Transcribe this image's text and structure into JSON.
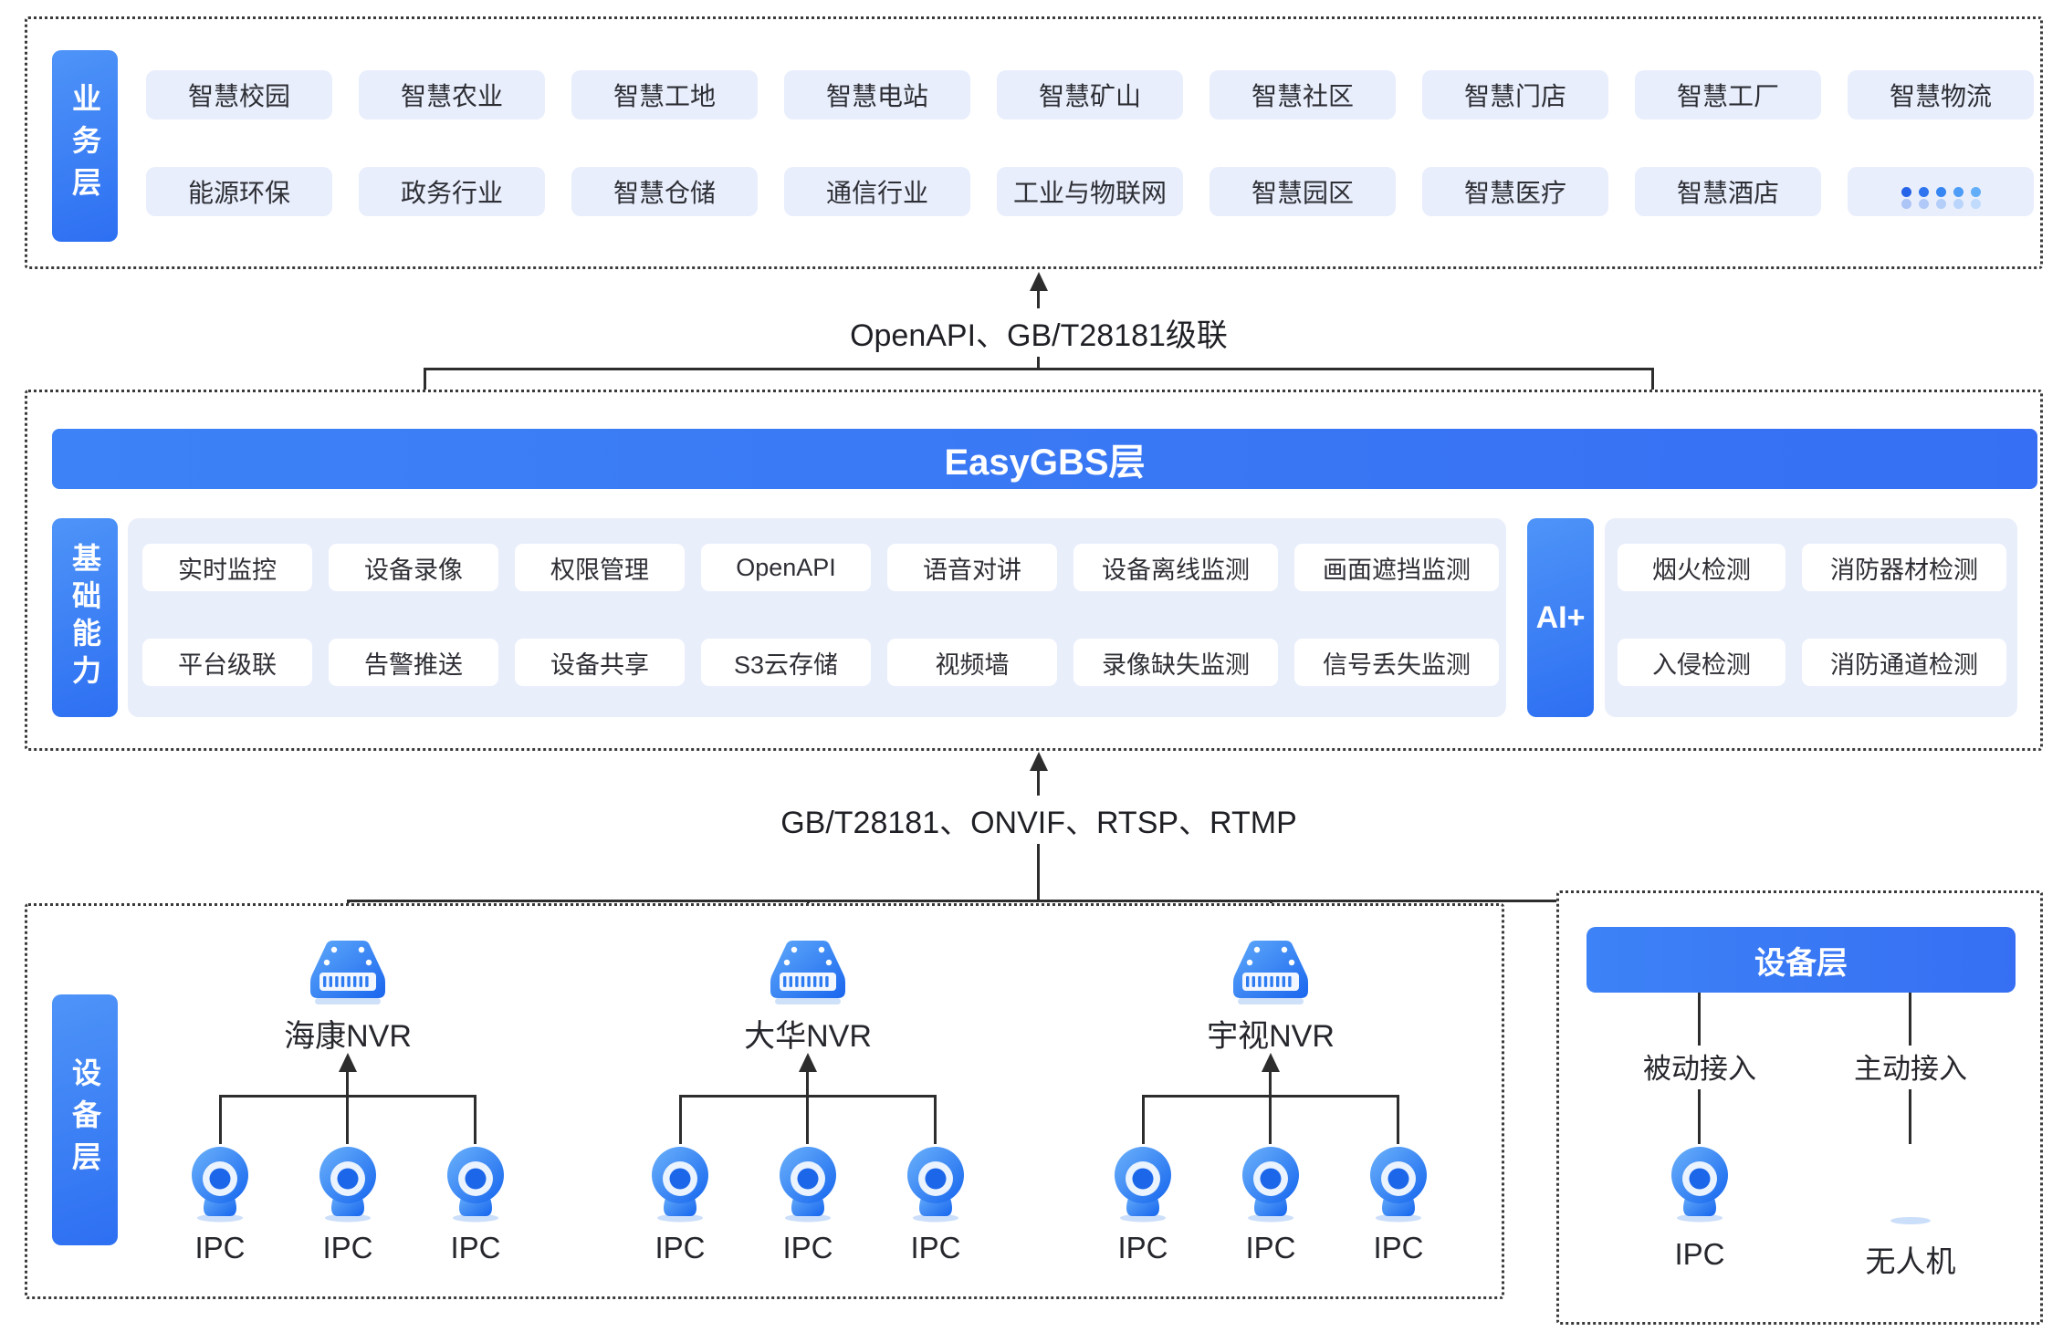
{
  "colors": {
    "accent": "#3b7cf5",
    "accent_gradient": [
      "#4e94f8",
      "#2d6ff2"
    ],
    "chip_bg": "#e8eefc",
    "panel_bg": "#e9eefb",
    "text_dark": "#2e2f35",
    "line": "#2d2d2d"
  },
  "business_layer": {
    "label": "业务层",
    "row1": [
      {
        "label": "智慧校园",
        "kind": "text"
      },
      {
        "label": "智慧农业",
        "kind": "text"
      },
      {
        "label": "智慧工地",
        "kind": "text"
      },
      {
        "label": "智慧电站",
        "kind": "text"
      },
      {
        "label": "智慧矿山",
        "kind": "text"
      },
      {
        "label": "智慧社区",
        "kind": "text"
      },
      {
        "label": "智慧门店",
        "kind": "text"
      },
      {
        "label": "智慧工厂",
        "kind": "text"
      },
      {
        "label": "智慧物流",
        "kind": "text"
      }
    ],
    "row2": [
      {
        "label": "能源环保",
        "kind": "text"
      },
      {
        "label": "政务行业",
        "kind": "text"
      },
      {
        "label": "智慧仓储",
        "kind": "text"
      },
      {
        "label": "通信行业",
        "kind": "text"
      },
      {
        "label": "工业与物联网",
        "kind": "text"
      },
      {
        "label": "智慧园区",
        "kind": "text"
      },
      {
        "label": "智慧医疗",
        "kind": "text"
      },
      {
        "label": "智慧酒店",
        "kind": "text"
      },
      {
        "label": "•••••",
        "kind": "dots"
      }
    ],
    "dot_colors": [
      "#2563e8",
      "#2d74ee",
      "#3585f3",
      "#4d9cf7",
      "#63aef9"
    ]
  },
  "connector_top": {
    "label": "OpenAPI、GB/T28181级联"
  },
  "platform_layer": {
    "title": "EasyGBS层",
    "base_label": "基础能力",
    "base_row1": [
      "实时监控",
      "设备录像",
      "权限管理",
      "OpenAPI",
      "语音对讲",
      "设备离线监测",
      "画面遮挡监测"
    ],
    "base_row2": [
      "平台级联",
      "告警推送",
      "设备共享",
      "S3云存储",
      "视频墙",
      "录像缺失监测",
      "信号丢失监测"
    ],
    "ai_label": "AI+",
    "ai_row1": [
      "烟火检测",
      "消防器材检测"
    ],
    "ai_row2": [
      "入侵检测",
      "消防通道检测"
    ]
  },
  "connector_bottom": {
    "label": "GB/T28181、ONVIF、RTSP、RTMP"
  },
  "device_layer": {
    "label": "设备层",
    "nvr_groups": [
      {
        "name": "海康NVR",
        "cameras": [
          "IPC",
          "IPC",
          "IPC"
        ]
      },
      {
        "name": "大华NVR",
        "cameras": [
          "IPC",
          "IPC",
          "IPC"
        ]
      },
      {
        "name": "宇视NVR",
        "cameras": [
          "IPC",
          "IPC",
          "IPC"
        ]
      }
    ]
  },
  "device_layer_right": {
    "title": "设备层",
    "columns": [
      {
        "access": "被动接入",
        "device": "IPC",
        "icon": "cam"
      },
      {
        "access": "主动接入",
        "device": "无人机",
        "icon": "drone"
      }
    ]
  }
}
